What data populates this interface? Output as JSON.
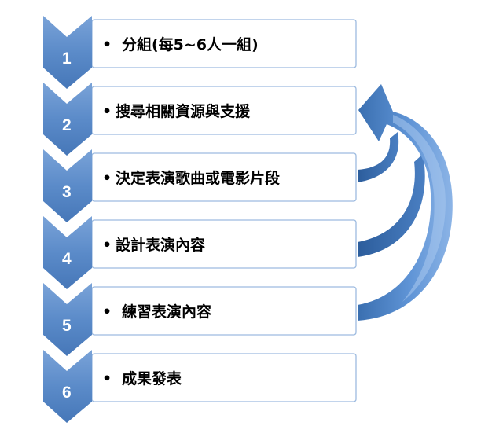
{
  "colors": {
    "chevron_fill": "#4f81bd",
    "chevron_gradient_top": "#6f9ad3",
    "box_border": "#9dbbe0",
    "arrow_light": "#8db3e2",
    "arrow_mid": "#558ed5",
    "arrow_dark": "#2b5d9b"
  },
  "bullet": "•",
  "steps": [
    {
      "number": "1",
      "text": "分組(每5~6人一組)"
    },
    {
      "number": "2",
      "text": "搜尋相關資源與支援"
    },
    {
      "number": "3",
      "text": "決定表演歌曲或電影片段"
    },
    {
      "number": "4",
      "text": "設計表演內容"
    },
    {
      "number": "5",
      "text": "練習表演內容"
    },
    {
      "number": "6",
      "text": "成果發表"
    }
  ],
  "feedback_arrows": [
    {
      "from_step": "3",
      "to_step": "2"
    },
    {
      "from_step": "4",
      "to_step": "2"
    },
    {
      "from_step": "5",
      "to_step": "2"
    }
  ]
}
